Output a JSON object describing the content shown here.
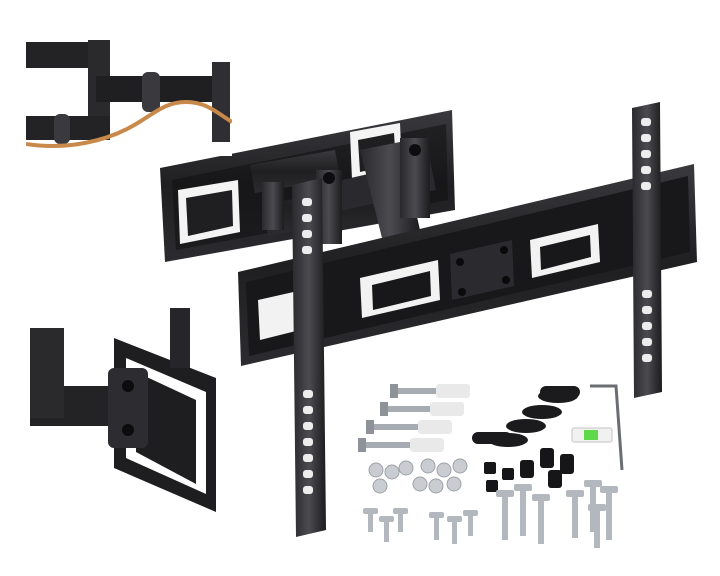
{
  "scene": {
    "background": "#ffffff",
    "metal_color": "#1f1f21",
    "metal_highlight": "#4a4a4e",
    "cable_color": "#c8894a",
    "level_bubble_color": "#5fd84a",
    "hardware_color": "#b9bcc2"
  },
  "product": {
    "main_view": "tv-wall-mount-full-motion",
    "insets": [
      "cable-management-detail",
      "tilt-joint-detail"
    ],
    "accessories": [
      "anchor-bolts",
      "spacers",
      "washers",
      "screws",
      "bolts",
      "bubble-level",
      "allen-key"
    ]
  }
}
